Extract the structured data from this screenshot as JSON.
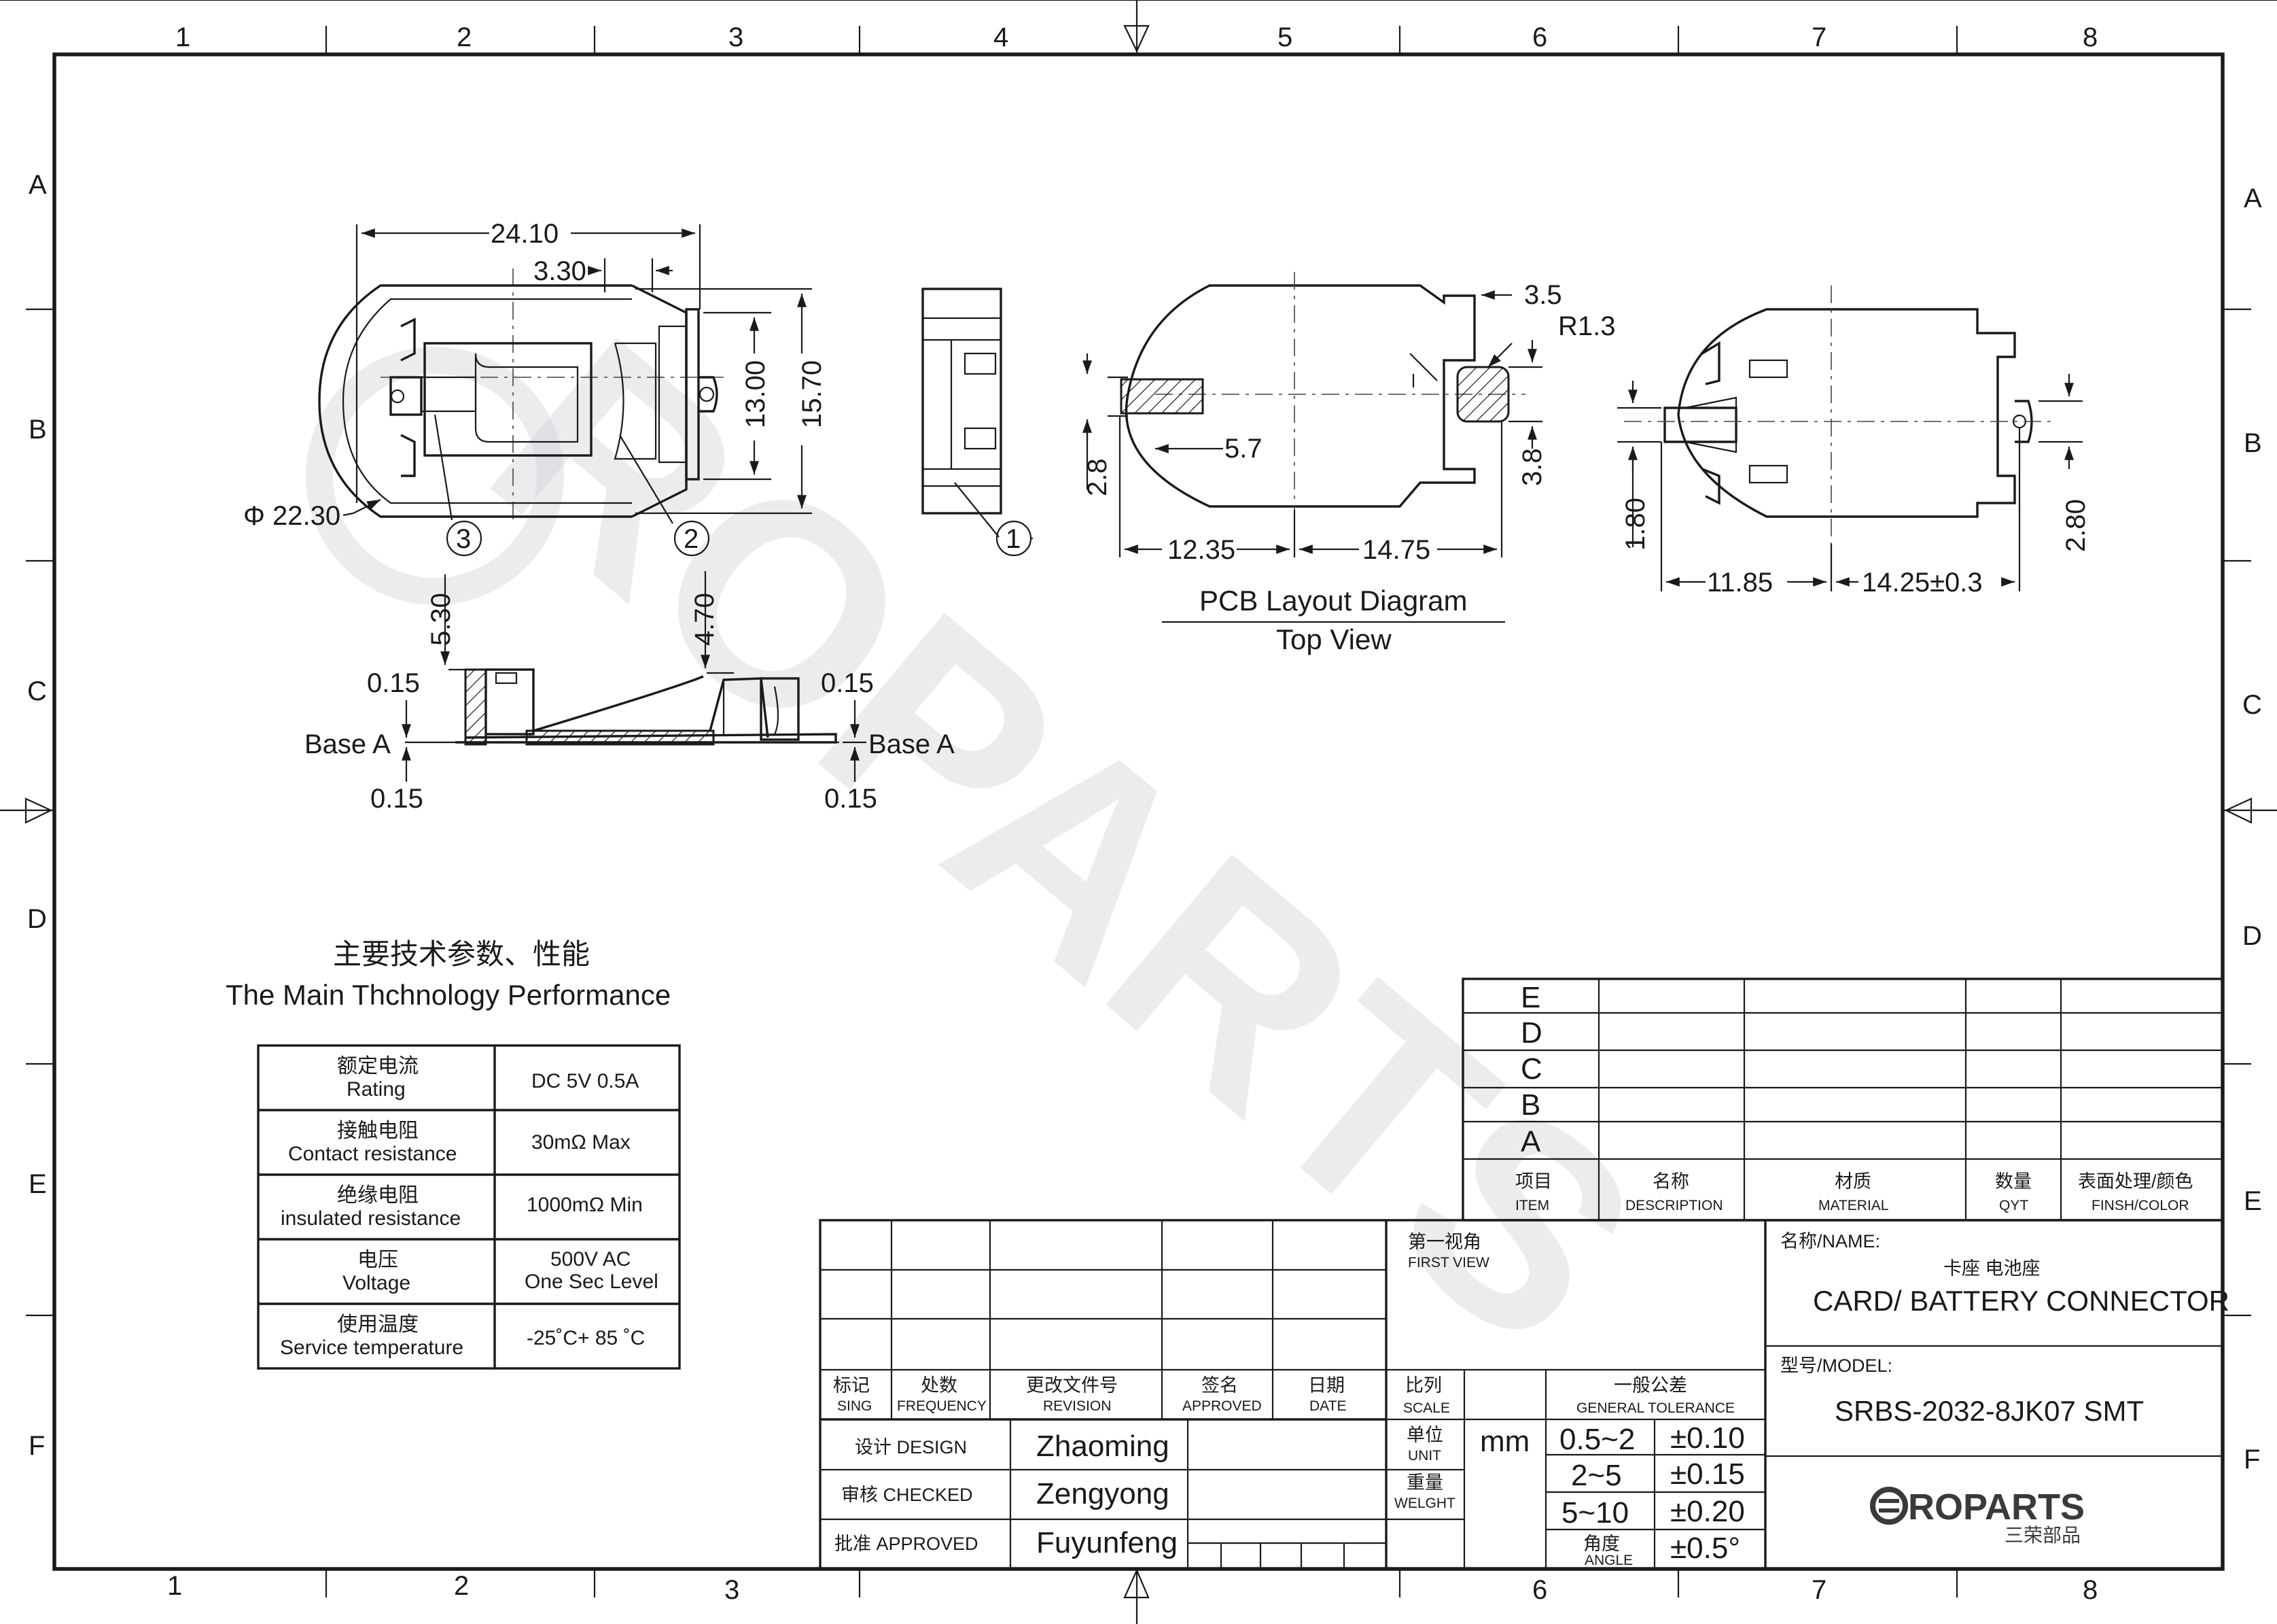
{
  "border": {
    "columns": [
      "1",
      "2",
      "3",
      "4",
      "5",
      "6",
      "7",
      "8"
    ],
    "rows": [
      "A",
      "B",
      "C",
      "D",
      "E",
      "F"
    ]
  },
  "watermark": "ROPARTS",
  "top_view": {
    "dims": {
      "overall_width": "24.10",
      "offset": "3.30",
      "height_inner": "13.00",
      "height_outer": "15.70",
      "diameter": "Φ 22.30"
    },
    "balloons": [
      "3",
      "2"
    ]
  },
  "side_view": {
    "balloon": "1"
  },
  "section_view": {
    "dims": {
      "height_left": "5.30",
      "height_right": "4.70",
      "tol_top_left": "0.15",
      "tol_bottom_left": "0.15",
      "tol_top_right": "0.15",
      "tol_bottom_right": "0.15"
    },
    "base_left": "Base A",
    "base_right": "Base A"
  },
  "pcb_layout": {
    "dims": {
      "gap": "3.5",
      "radius": "R1.3",
      "pad_width": "5.7",
      "pad_height_left": "2.8",
      "pad_height_right": "3.8",
      "span_left": "12.35",
      "span_right": "14.75"
    },
    "title": "PCB Layout Diagram",
    "subtitle": "Top View"
  },
  "bottom_view": {
    "dims": {
      "height_left": "1.80",
      "height_right": "2.80",
      "span_left": "11.85",
      "span_right": "14.25±0.3"
    }
  },
  "performance": {
    "title_cn": "主要技术参数、性能",
    "title_en": "The Main Thchnology Performance",
    "rows": [
      {
        "label_cn": "额定电流",
        "label_en": "Rating",
        "value": "DC 5V 0.5A"
      },
      {
        "label_cn": "接触电阻",
        "label_en": "Contact resistance",
        "value": "30mΩ  Max"
      },
      {
        "label_cn": "绝缘电阻",
        "label_en": "insulated resistance",
        "value": "1000mΩ  Min"
      },
      {
        "label_cn": "电压",
        "label_en": "Voltage",
        "value": "500V AC",
        "value2": "One Sec Level"
      },
      {
        "label_cn": "使用温度",
        "label_en": "Service temperature",
        "value": "-25˚C+ 85 ˚C"
      }
    ]
  },
  "bom": {
    "rows": [
      "E",
      "D",
      "C",
      "B",
      "A"
    ],
    "headers": [
      {
        "cn": "项目",
        "en": "ITEM"
      },
      {
        "cn": "名称",
        "en": "DESCRIPTION"
      },
      {
        "cn": "材质",
        "en": "MATERIAL"
      },
      {
        "cn": "数量",
        "en": "QYT"
      },
      {
        "cn": "表面处理/颜色",
        "en": "FINSH/COLOR"
      }
    ]
  },
  "title_block": {
    "revision_headers": [
      {
        "cn": "标记",
        "en": "SING"
      },
      {
        "cn": "处数",
        "en": "FREQUENCY"
      },
      {
        "cn": "更改文件号",
        "en": "REVISION"
      },
      {
        "cn": "签名",
        "en": "APPROVED"
      },
      {
        "cn": "日期",
        "en": "DATE"
      }
    ],
    "first_view_cn": "第一视角",
    "first_view_en": "FIRST VIEW",
    "scale_cn": "比列",
    "scale_en": "SCALE",
    "tolerance_cn": "一般公差",
    "tolerance_en": "GENERAL TOLERANCE",
    "unit_cn": "单位",
    "unit_en": "UNIT",
    "unit_value": "mm",
    "weight_cn": "重量",
    "weight_en": "WELGHT",
    "angle_cn": "角度",
    "angle_en": "ANGLE",
    "tolerances": [
      {
        "range": "0.5~2",
        "value": "±0.10"
      },
      {
        "range": "2~5",
        "value": "±0.15"
      },
      {
        "range": "5~10",
        "value": "±0.20"
      }
    ],
    "angle_tolerance": "±0.5°",
    "design_label": "设计 DESIGN",
    "design_name": "Zhaoming",
    "checked_label": "审核 CHECKED",
    "checked_name": "Zengyong",
    "approved_label": "批准 APPROVED",
    "approved_name": "Fuyunfeng",
    "name_label": "名称/NAME:",
    "name_cn": "卡座 电池座",
    "name_en": "CARD/ BATTERY CONNECTOR",
    "model_label": "型号/MODEL:",
    "model": "SRBS-2032-8JK07 SMT",
    "logo_text": "ROPARTS",
    "logo_sub": "三荣部品"
  }
}
